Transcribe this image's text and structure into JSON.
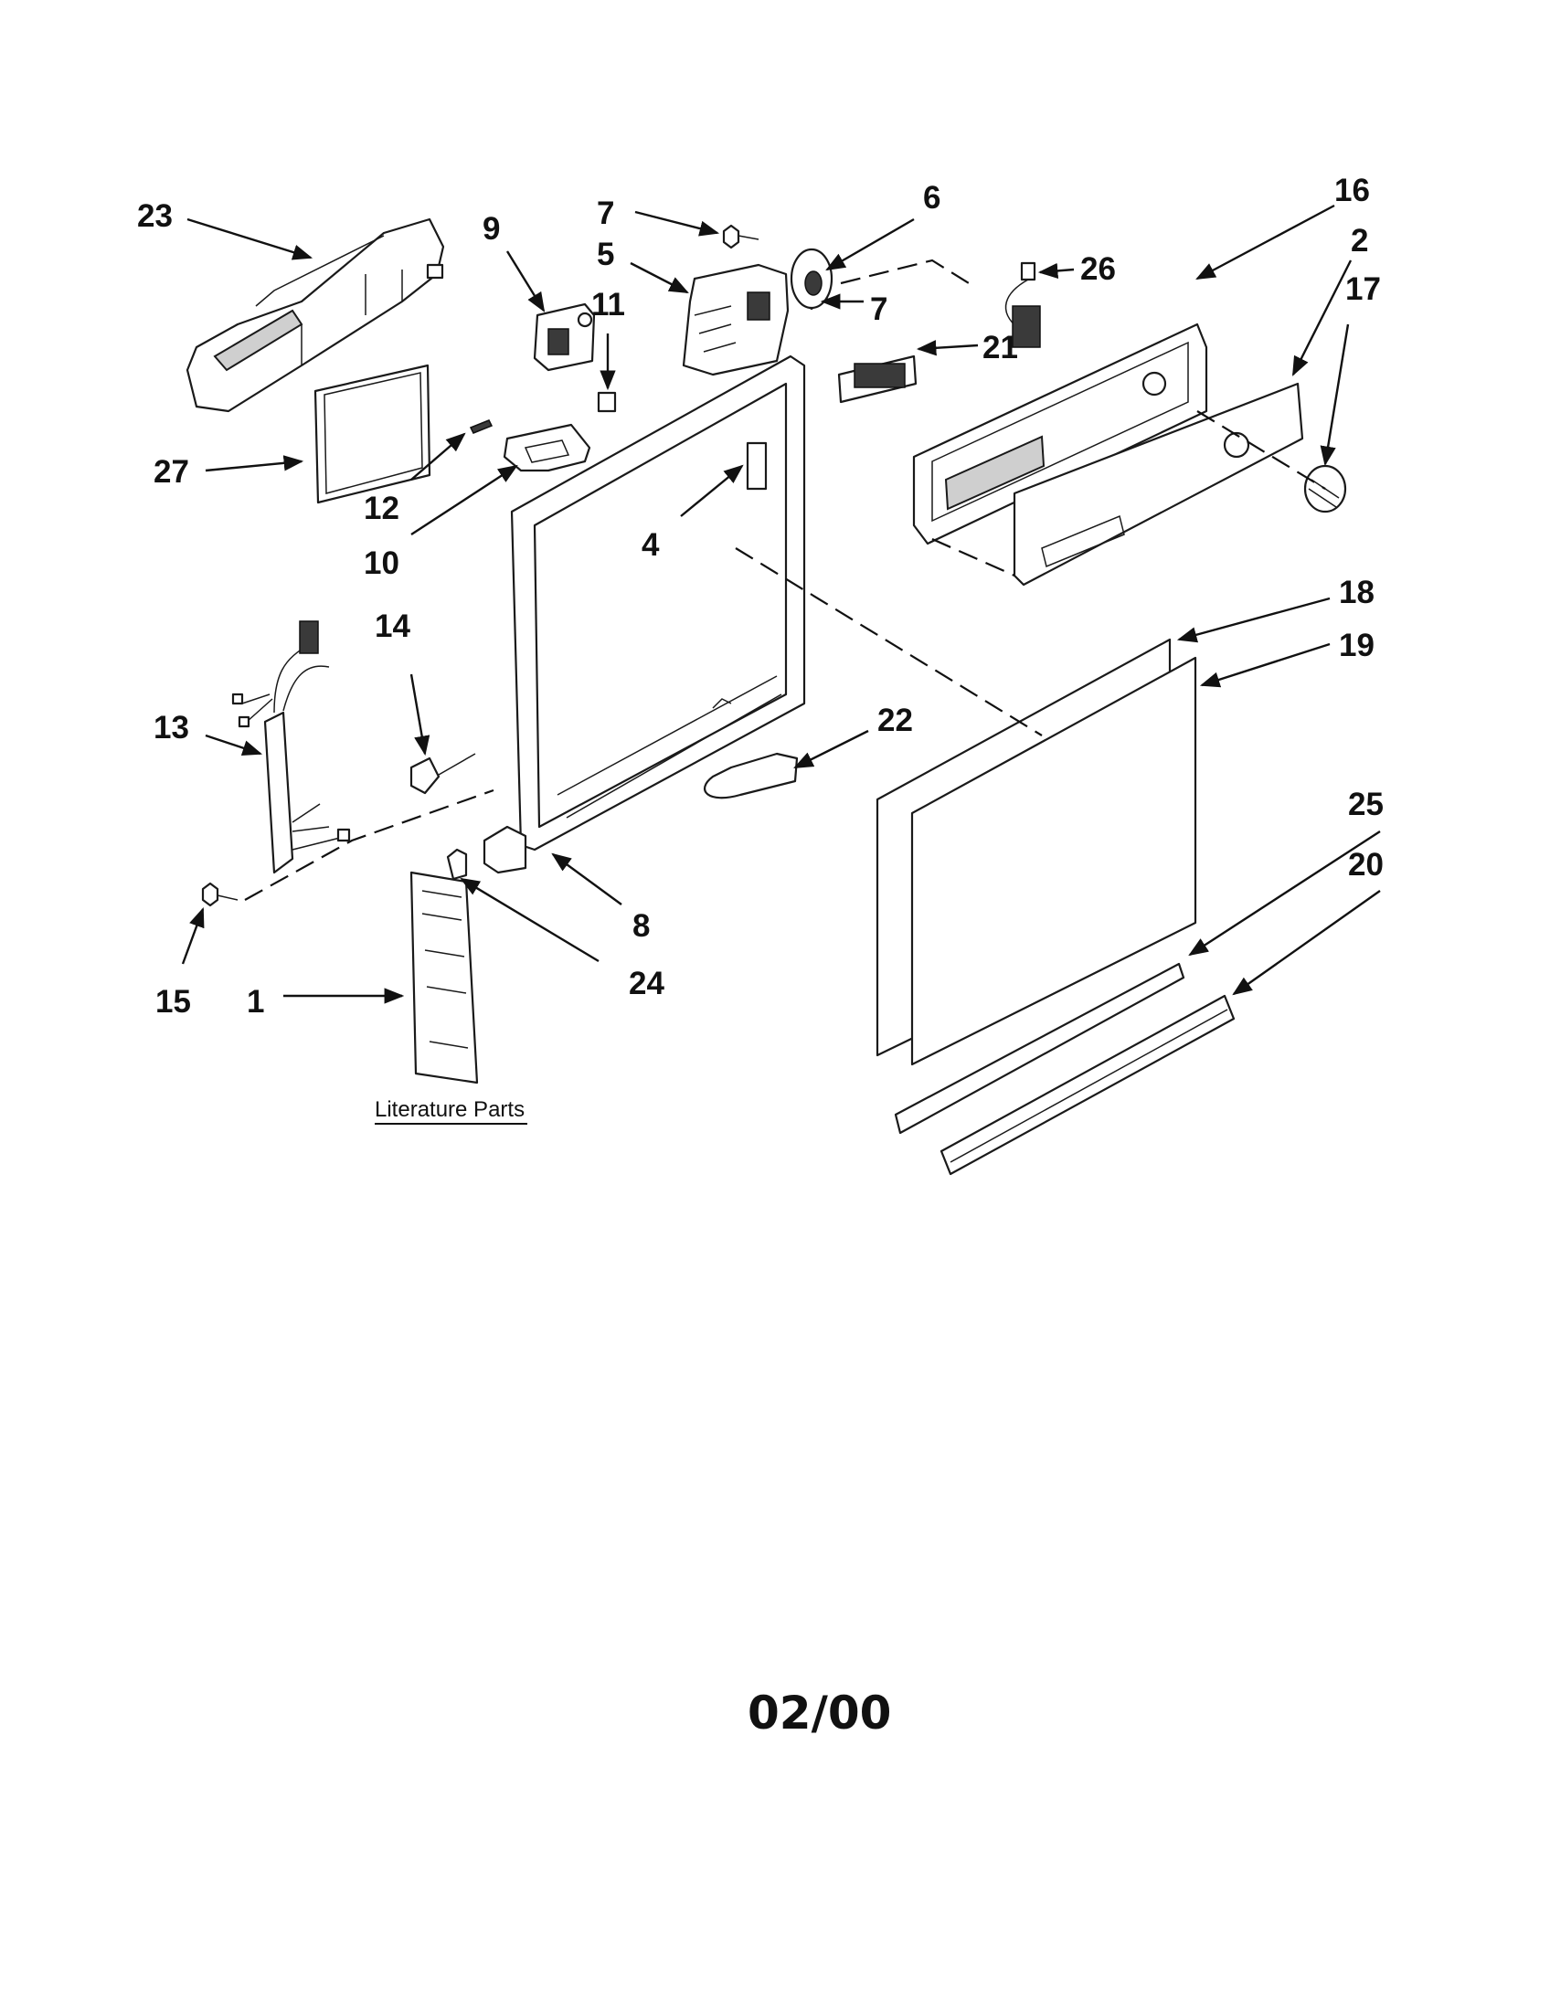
{
  "callouts": [
    {
      "id": "c23",
      "label": "23"
    },
    {
      "id": "c27",
      "label": "27"
    },
    {
      "id": "c9",
      "label": "9"
    },
    {
      "id": "c11",
      "label": "11"
    },
    {
      "id": "c12",
      "label": "12"
    },
    {
      "id": "c10",
      "label": "10"
    },
    {
      "id": "c7a",
      "label": "7"
    },
    {
      "id": "c5",
      "label": "5"
    },
    {
      "id": "c6",
      "label": "6"
    },
    {
      "id": "c7b",
      "label": "7"
    },
    {
      "id": "c4",
      "label": "4"
    },
    {
      "id": "c26",
      "label": "26"
    },
    {
      "id": "c21",
      "label": "21"
    },
    {
      "id": "c16",
      "label": "16"
    },
    {
      "id": "c2",
      "label": "2"
    },
    {
      "id": "c17",
      "label": "17"
    },
    {
      "id": "c18",
      "label": "18"
    },
    {
      "id": "c19",
      "label": "19"
    },
    {
      "id": "c22",
      "label": "22"
    },
    {
      "id": "c25",
      "label": "25"
    },
    {
      "id": "c20",
      "label": "20"
    },
    {
      "id": "c14",
      "label": "14"
    },
    {
      "id": "c13",
      "label": "13"
    },
    {
      "id": "c8",
      "label": "8"
    },
    {
      "id": "c24",
      "label": "24"
    },
    {
      "id": "c15",
      "label": "15"
    },
    {
      "id": "c1",
      "label": "1"
    }
  ],
  "literature_label": "Literature Parts",
  "date_code": "02/00"
}
